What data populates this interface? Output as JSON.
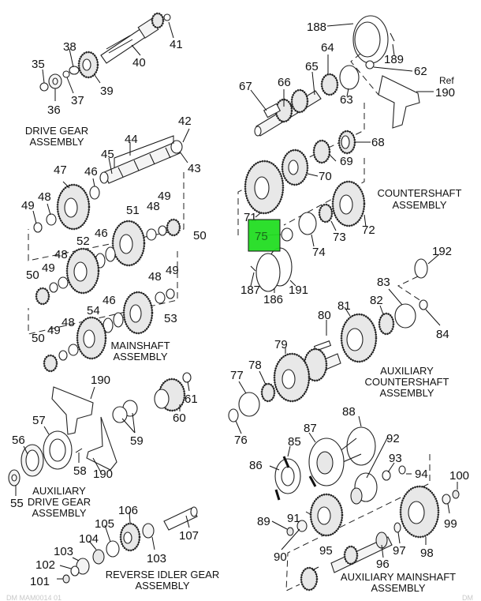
{
  "diagram": {
    "title": "Transmission exploded parts diagram",
    "highlight": {
      "label": "75",
      "color": "#22dd22"
    },
    "assemblies": {
      "drive_gear": [
        "DRIVE GEAR",
        "ASSEMBLY"
      ],
      "mainshaft": [
        "MAINSHAFT",
        "ASSEMBLY"
      ],
      "countershaft": [
        "COUNTERSHAFT",
        "ASSEMBLY"
      ],
      "aux_countershaft": [
        "AUXILIARY",
        "COUNTERSHAFT",
        "ASSEMBLY"
      ],
      "aux_drive_gear": [
        "AUXILIARY",
        "DRIVE GEAR",
        "ASSEMBLY"
      ],
      "reverse_idler": [
        "REVERSE IDLER GEAR",
        "ASSEMBLY"
      ],
      "aux_mainshaft": [
        "AUXILIARY MAINSHAFT",
        "ASSEMBLY"
      ]
    },
    "labels": {
      "l35": "35",
      "l36": "36",
      "l37": "37",
      "l38": "38",
      "l39": "39",
      "l40": "40",
      "l41": "41",
      "l42": "42",
      "l43": "43",
      "l44": "44",
      "l45": "45",
      "l46a": "46",
      "l47": "47",
      "l48a": "48",
      "l49a": "49",
      "l49b": "49",
      "l48b": "48",
      "l50a": "50",
      "l51": "51",
      "l46b": "46",
      "l52": "52",
      "l48c": "48",
      "l49c": "49",
      "l50b": "50",
      "l48d": "48",
      "l49d": "49",
      "l46c": "46",
      "l54": "54",
      "l53": "53",
      "l49e": "49",
      "l48e": "48",
      "l50c": "50",
      "l188": "188",
      "l189": "189",
      "l62": "62",
      "l64": "64",
      "l65": "65",
      "l66": "66",
      "l67": "67",
      "l63": "63",
      "lref": "Ref",
      "l190a": "190",
      "l68": "68",
      "l69": "69",
      "l70": "70",
      "l71": "71",
      "l72": "72",
      "l73": "73",
      "l74": "74",
      "l75": "75",
      "l187": "187",
      "l186": "186",
      "l191": "191",
      "l192": "192",
      "l83": "83",
      "l82": "82",
      "l81": "81",
      "l80": "80",
      "l84": "84",
      "l79": "79",
      "l78": "78",
      "l77": "77",
      "l76": "76",
      "l190b": "190",
      "l61": "61",
      "l60": "60",
      "l59": "59",
      "l57": "57",
      "l56": "56",
      "l58": "58",
      "l190c": "190",
      "l55": "55",
      "l106": "106",
      "l105": "105",
      "l104": "104",
      "l103a": "103",
      "l103b": "103",
      "l107": "107",
      "l102": "102",
      "l101": "101",
      "l88": "88",
      "l87": "87",
      "l85": "85",
      "l86": "86",
      "l92": "92",
      "l93": "93",
      "l94": "94",
      "l100": "100",
      "l89": "89",
      "l91": "91",
      "l99": "99",
      "l90": "90",
      "l95": "95",
      "l97": "97",
      "l98": "98",
      "l96": "96"
    },
    "footer_left": "DM MAM0014 01",
    "footer_right": "DM"
  }
}
